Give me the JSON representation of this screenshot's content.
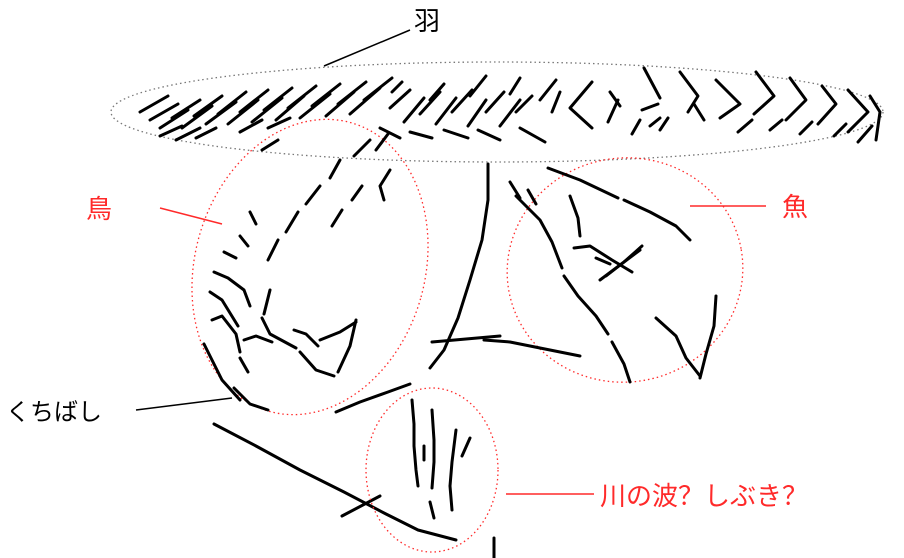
{
  "labels": {
    "feather": "羽",
    "bird": "鳥",
    "fish": "魚",
    "beak": "くちばし",
    "river": "川の波？しぶき？"
  },
  "colors": {
    "annotation_red": "#ff2a2a",
    "annotation_black": "#000000",
    "feather_outline": "#777777",
    "stroke": "#000000"
  }
}
